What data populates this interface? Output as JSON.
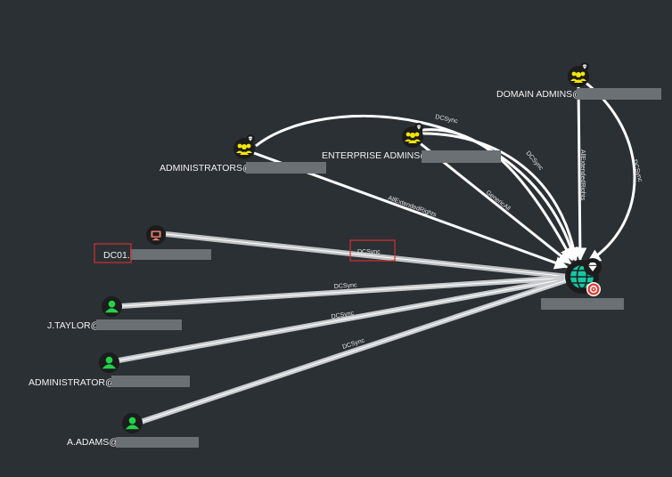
{
  "graph": {
    "colors": {
      "background": "#2b3035",
      "edge": "#ffffff",
      "edge_dim": "#c9ccce",
      "group_icon": "#f2e600",
      "user_icon": "#22d34a",
      "computer_icon": "#f0826c",
      "domain_icon": "#17c6a3",
      "target_badge": "#e53935",
      "highlight_box": "#d32f2f",
      "redaction": "#6b7075"
    },
    "nodes": {
      "domain_admins": {
        "label": "DOMAIN ADMINS@",
        "icon": "group-icon"
      },
      "enterprise_admins": {
        "label": "ENTERPRISE ADMINS@",
        "icon": "group-icon"
      },
      "administrators": {
        "label": "ADMINISTRATORS@",
        "icon": "group-icon"
      },
      "dc01": {
        "label": "DC01.",
        "icon": "computer-icon"
      },
      "j_taylor": {
        "label": "J.TAYLOR@",
        "icon": "user-icon"
      },
      "administrator": {
        "label": "ADMINISTRATOR@",
        "icon": "user-icon"
      },
      "a_adams": {
        "label": "A.ADAMS@",
        "icon": "user-icon"
      },
      "domain": {
        "label": "",
        "icon": "domain-globe-icon"
      }
    },
    "edges": {
      "dc01_dcsync": "DCSync",
      "jtaylor_dcsync": "DCSync",
      "administrator_dcsync": "DCSync",
      "aadams_dcsync": "DCSync",
      "administrators_allextended": "AllExtendedRights",
      "ea_dcsync": "DCSync",
      "ea_genericall": "GenericAll",
      "ea_dcsync2": "DCSync",
      "da_allextended": "AllExtendedRights",
      "da_dcsync": "DCSync"
    }
  }
}
